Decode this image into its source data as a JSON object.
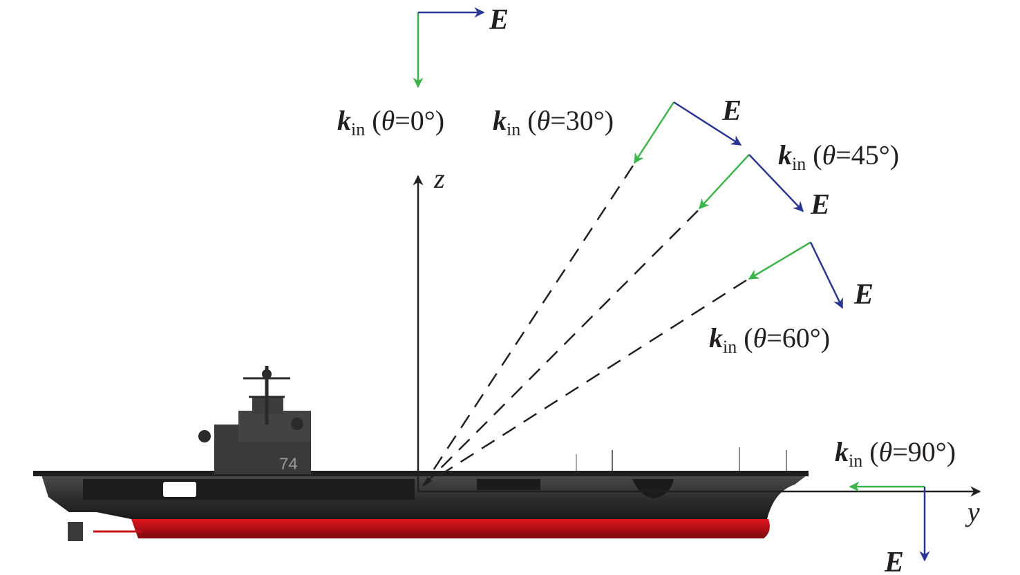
{
  "axes": {
    "z_label": "z",
    "y_label": "y"
  },
  "field_label": "E",
  "wave_symbol": "k",
  "wave_subscript": "in",
  "incidences": [
    {
      "id": "0",
      "theta_text": "=0°)",
      "open": " (",
      "theta_sym": "θ"
    },
    {
      "id": "30",
      "theta_text": "=30°)",
      "open": " (",
      "theta_sym": "θ"
    },
    {
      "id": "45",
      "theta_text": "=45°)",
      "open": " (",
      "theta_sym": "θ"
    },
    {
      "id": "60",
      "theta_text": "=60°)",
      "open": " (",
      "theta_sym": "θ"
    },
    {
      "id": "90",
      "theta_text": "=90°)",
      "open": " (",
      "theta_sym": "θ"
    }
  ],
  "ship": {
    "hull_number": "74"
  },
  "colors": {
    "wave_vector": "#3bb54a",
    "e_field": "#2b3593",
    "axis": "#231f20",
    "hull": "#2c2c2e",
    "waterline": "#c8101a"
  }
}
